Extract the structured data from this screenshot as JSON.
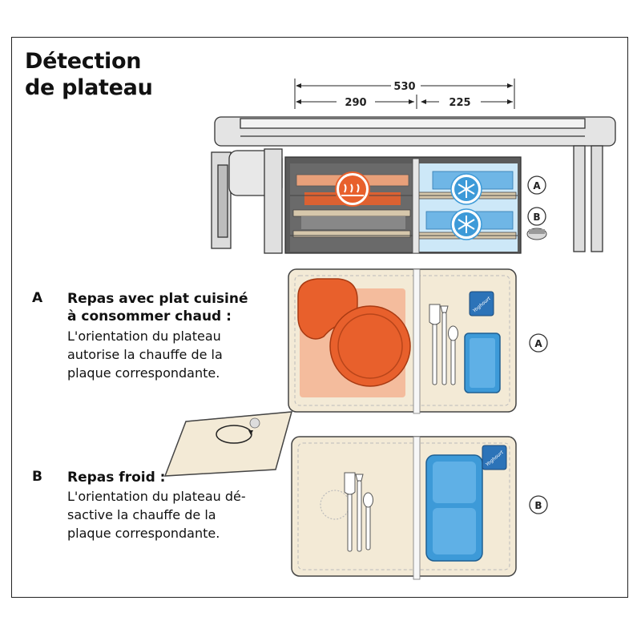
{
  "title": {
    "line1": "Détection",
    "line2": "de plateau"
  },
  "dimensions": {
    "total": "530",
    "left": "290",
    "right": "225"
  },
  "shelf_labels": {
    "a": "A",
    "b": "B"
  },
  "tray_labels": {
    "a": "A",
    "b": "B"
  },
  "tray_badge": "Yoghourt",
  "items": {
    "a": {
      "letter": "A",
      "heading_line1": "Repas avec plat cuisiné",
      "heading_line2": "à consommer chaud :",
      "text_line1": "L'orientation du plateau",
      "text_line2": "autorise la chauffe de la",
      "text_line3": "plaque correspondante."
    },
    "b": {
      "letter": "B",
      "heading_line1": "Repas froid :",
      "text_line1": "L'orientation du plateau dé-",
      "text_line2": "sactive la chauffe de la",
      "text_line3": "plaque correspondante."
    }
  },
  "colors": {
    "hot": "#e8602c",
    "hot_light": "#f4b08f",
    "cold": "#3d9ad8",
    "cold_light": "#cde8f8",
    "tray": "#f3ead6",
    "frame": "#222222"
  }
}
